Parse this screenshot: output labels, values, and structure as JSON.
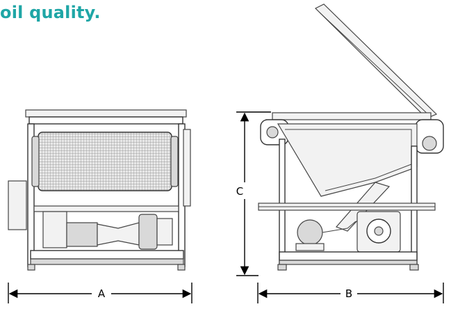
{
  "heading": "oil quality.",
  "dimensions": {
    "width_label": "A",
    "depth_label": "B",
    "height_label": "C"
  },
  "colors": {
    "heading": "#1fa6a6",
    "line": "#333333"
  }
}
